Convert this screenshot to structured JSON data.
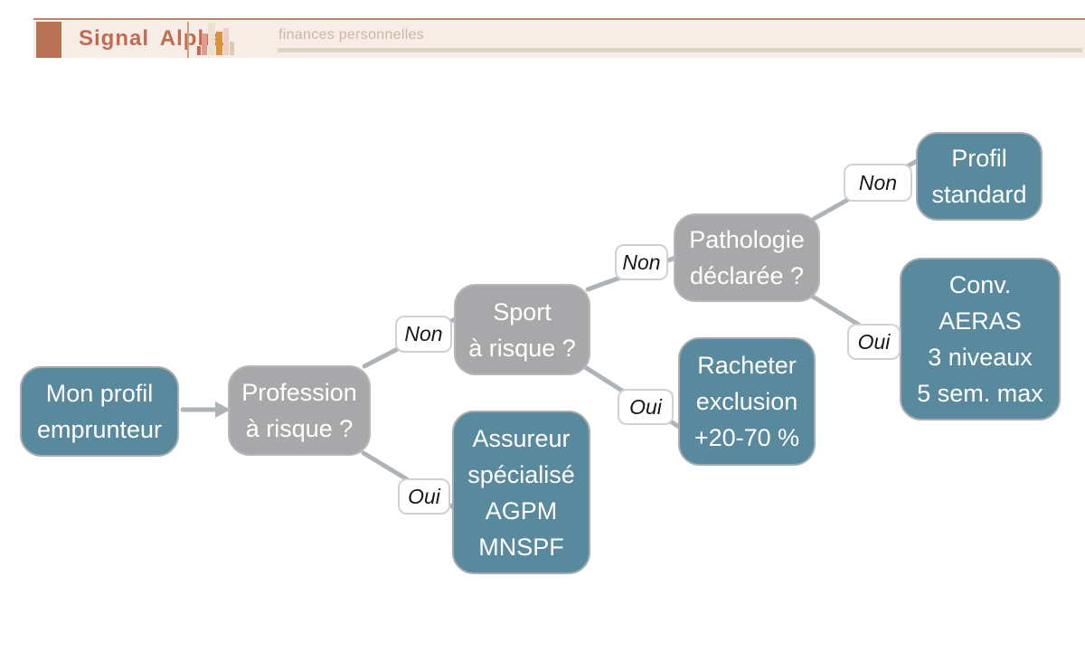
{
  "header": {
    "brand": "Signal Alpha",
    "field_value": "finances personnelles"
  },
  "colors": {
    "accent": "#b87355",
    "brand-text": "#c16b50",
    "header-bg": "#f8ece6",
    "node-teal": "#58899c",
    "node-gray": "#a8a8aa",
    "connector": "#aeb3b7"
  },
  "diagram": {
    "nodes": [
      {
        "lines": [
          "Mon profil",
          "emprunteur"
        ]
      },
      {
        "lines": [
          "Profession",
          "à risque ?"
        ]
      },
      {
        "lines": [
          "Sport",
          "à risque ?"
        ]
      },
      {
        "lines": [
          "Pathologie",
          "déclarée ?"
        ]
      },
      {
        "lines": [
          "Assureur",
          "spécialisé",
          "AGPM",
          "MNSPF"
        ]
      },
      {
        "lines": [
          "Racheter",
          "exclusion",
          "+20-70 %"
        ]
      },
      {
        "lines": [
          "Profil",
          "standard"
        ]
      },
      {
        "lines": [
          "Conv.",
          "AERAS",
          "3 niveaux",
          "5 sem. max"
        ]
      }
    ],
    "edge_labels": [
      "Non",
      "Oui",
      "Non",
      "Oui",
      "Non",
      "Oui"
    ]
  }
}
